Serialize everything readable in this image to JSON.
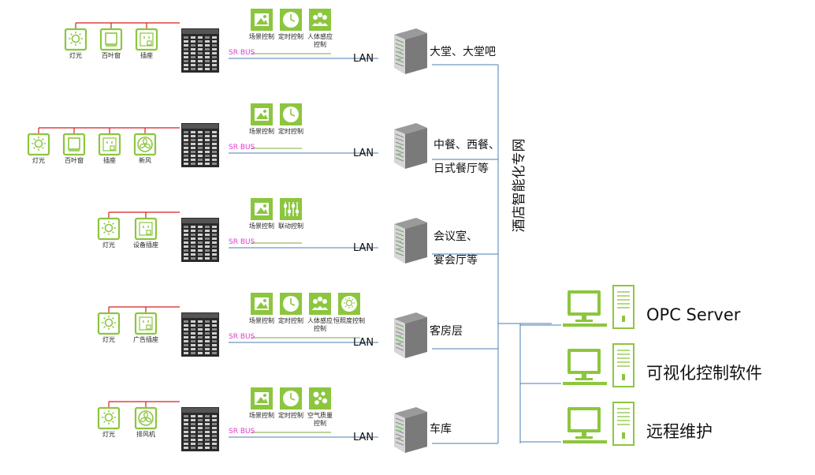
{
  "network_title": "酒店智能化专网",
  "bus_label": "SR BUS",
  "lan_label": "LAN",
  "colors": {
    "accent": "#8cc63e",
    "red_line": "#d91e1e",
    "bus_line": "#7ba83a",
    "lan_line": "#4a7db5"
  },
  "rows": [
    {
      "area_lines": [
        "大堂、大堂吧"
      ],
      "devices": [
        {
          "icon": "lamp-icon",
          "label": "灯光"
        },
        {
          "icon": "blinds-icon",
          "label": "百叶窗"
        },
        {
          "icon": "socket-icon",
          "label": "插座"
        }
      ],
      "controls": [
        {
          "icon": "scene-icon",
          "label_lines": [
            "场景控制"
          ]
        },
        {
          "icon": "clock-icon",
          "label_lines": [
            "定时控制"
          ]
        },
        {
          "icon": "people-icon",
          "label_lines": [
            "人体感应",
            "控制"
          ]
        }
      ]
    },
    {
      "area_lines": [
        "中餐、西餐、",
        "日式餐厅等"
      ],
      "devices": [
        {
          "icon": "lamp-icon",
          "label": "灯光"
        },
        {
          "icon": "blinds-icon",
          "label": "百叶窗"
        },
        {
          "icon": "socket-icon",
          "label": "插座"
        },
        {
          "icon": "fan-icon",
          "label": "新风"
        }
      ],
      "controls": [
        {
          "icon": "scene-icon",
          "label_lines": [
            "场景控制"
          ]
        },
        {
          "icon": "clock-icon",
          "label_lines": [
            "定时控制"
          ]
        }
      ]
    },
    {
      "area_lines": [
        "会议室、",
        "宴会厅等"
      ],
      "devices": [
        {
          "icon": "lamp-icon",
          "label": "灯光"
        },
        {
          "icon": "socket-icon",
          "label": "设备插座"
        }
      ],
      "controls": [
        {
          "icon": "scene-icon",
          "label_lines": [
            "场景控制"
          ]
        },
        {
          "icon": "linkage-icon",
          "label_lines": [
            "联动控制"
          ]
        }
      ]
    },
    {
      "area_lines": [
        "客房层"
      ],
      "devices": [
        {
          "icon": "lamp-icon",
          "label": "灯光"
        },
        {
          "icon": "socket-icon",
          "label": "广告插座"
        }
      ],
      "controls": [
        {
          "icon": "scene-icon",
          "label_lines": [
            "场景控制"
          ]
        },
        {
          "icon": "clock-icon",
          "label_lines": [
            "定时控制"
          ]
        },
        {
          "icon": "people-icon",
          "label_lines": [
            "人体感应",
            "控制"
          ]
        },
        {
          "icon": "illuminance-icon",
          "label_lines": [
            "恒照度控制"
          ]
        }
      ]
    },
    {
      "area_lines": [
        "车库"
      ],
      "devices": [
        {
          "icon": "lamp-icon",
          "label": "灯光"
        },
        {
          "icon": "fan-icon",
          "label": "排风机"
        }
      ],
      "controls": [
        {
          "icon": "scene-icon",
          "label_lines": [
            "场景控制"
          ]
        },
        {
          "icon": "clock-icon",
          "label_lines": [
            "定时控制"
          ]
        },
        {
          "icon": "air-quality-icon",
          "label_lines": [
            "空气质量",
            "控制"
          ]
        }
      ]
    }
  ],
  "clients": [
    {
      "icon": "computer-icon",
      "label": "OPC Server"
    },
    {
      "icon": "computer-icon",
      "label": "可视化控制软件"
    },
    {
      "icon": "computer-icon",
      "label": "远程维护"
    }
  ]
}
